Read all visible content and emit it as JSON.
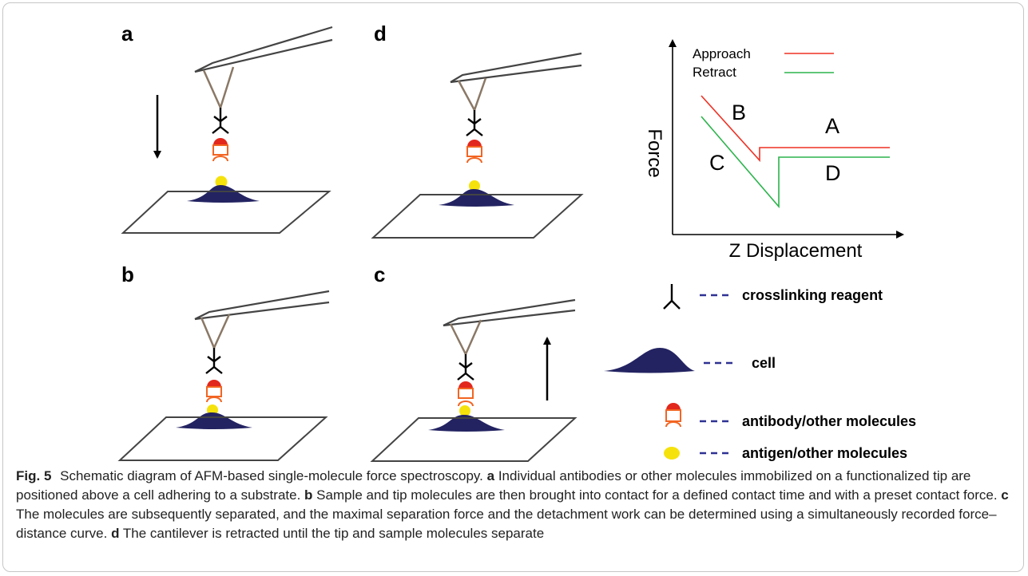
{
  "panel_labels": {
    "a": "a",
    "b": "b",
    "c": "c",
    "d": "d"
  },
  "graph": {
    "ylabel": "Force",
    "xlabel": "Z Displacement",
    "legend": [
      {
        "label": "Approach",
        "color": "#ee3124"
      },
      {
        "label": "Retract",
        "color": "#2bb34b"
      }
    ],
    "regions": {
      "A": "A",
      "B": "B",
      "C": "C",
      "D": "D"
    }
  },
  "key": {
    "crosslinker": "crosslinking reagent",
    "cell": "cell",
    "antibody": "antibody/other molecules",
    "antigen": "antigen/other molecules",
    "dash_color": "#2e3192"
  },
  "colors": {
    "cell": "#232362",
    "antigen": "#f5e20c",
    "antibody_cap": "#e2271c",
    "antibody_outline": "#f26522",
    "tip": "#8a7866",
    "approach": "#ee3124",
    "retract": "#2bb34b"
  },
  "caption": {
    "fig_no": "Fig. 5",
    "title": "Schematic diagram of AFM-based single-molecule force spectroscopy.",
    "a_label": "a",
    "a_text": "Individual antibodies or other molecules immobilized on a functionalized tip are positioned above a cell adhering to a substrate.",
    "b_label": "b",
    "b_text": "Sample and tip molecules are then brought into contact for a defined contact time and with a preset contact force.",
    "c_label": "c",
    "c_text": "The molecules are subsequently separated, and the maximal separation force and the detachment work can be determined using a simultaneously recorded force–distance curve.",
    "d_label": "d",
    "d_text": "The cantilever is retracted until the tip and sample molecules separate"
  }
}
